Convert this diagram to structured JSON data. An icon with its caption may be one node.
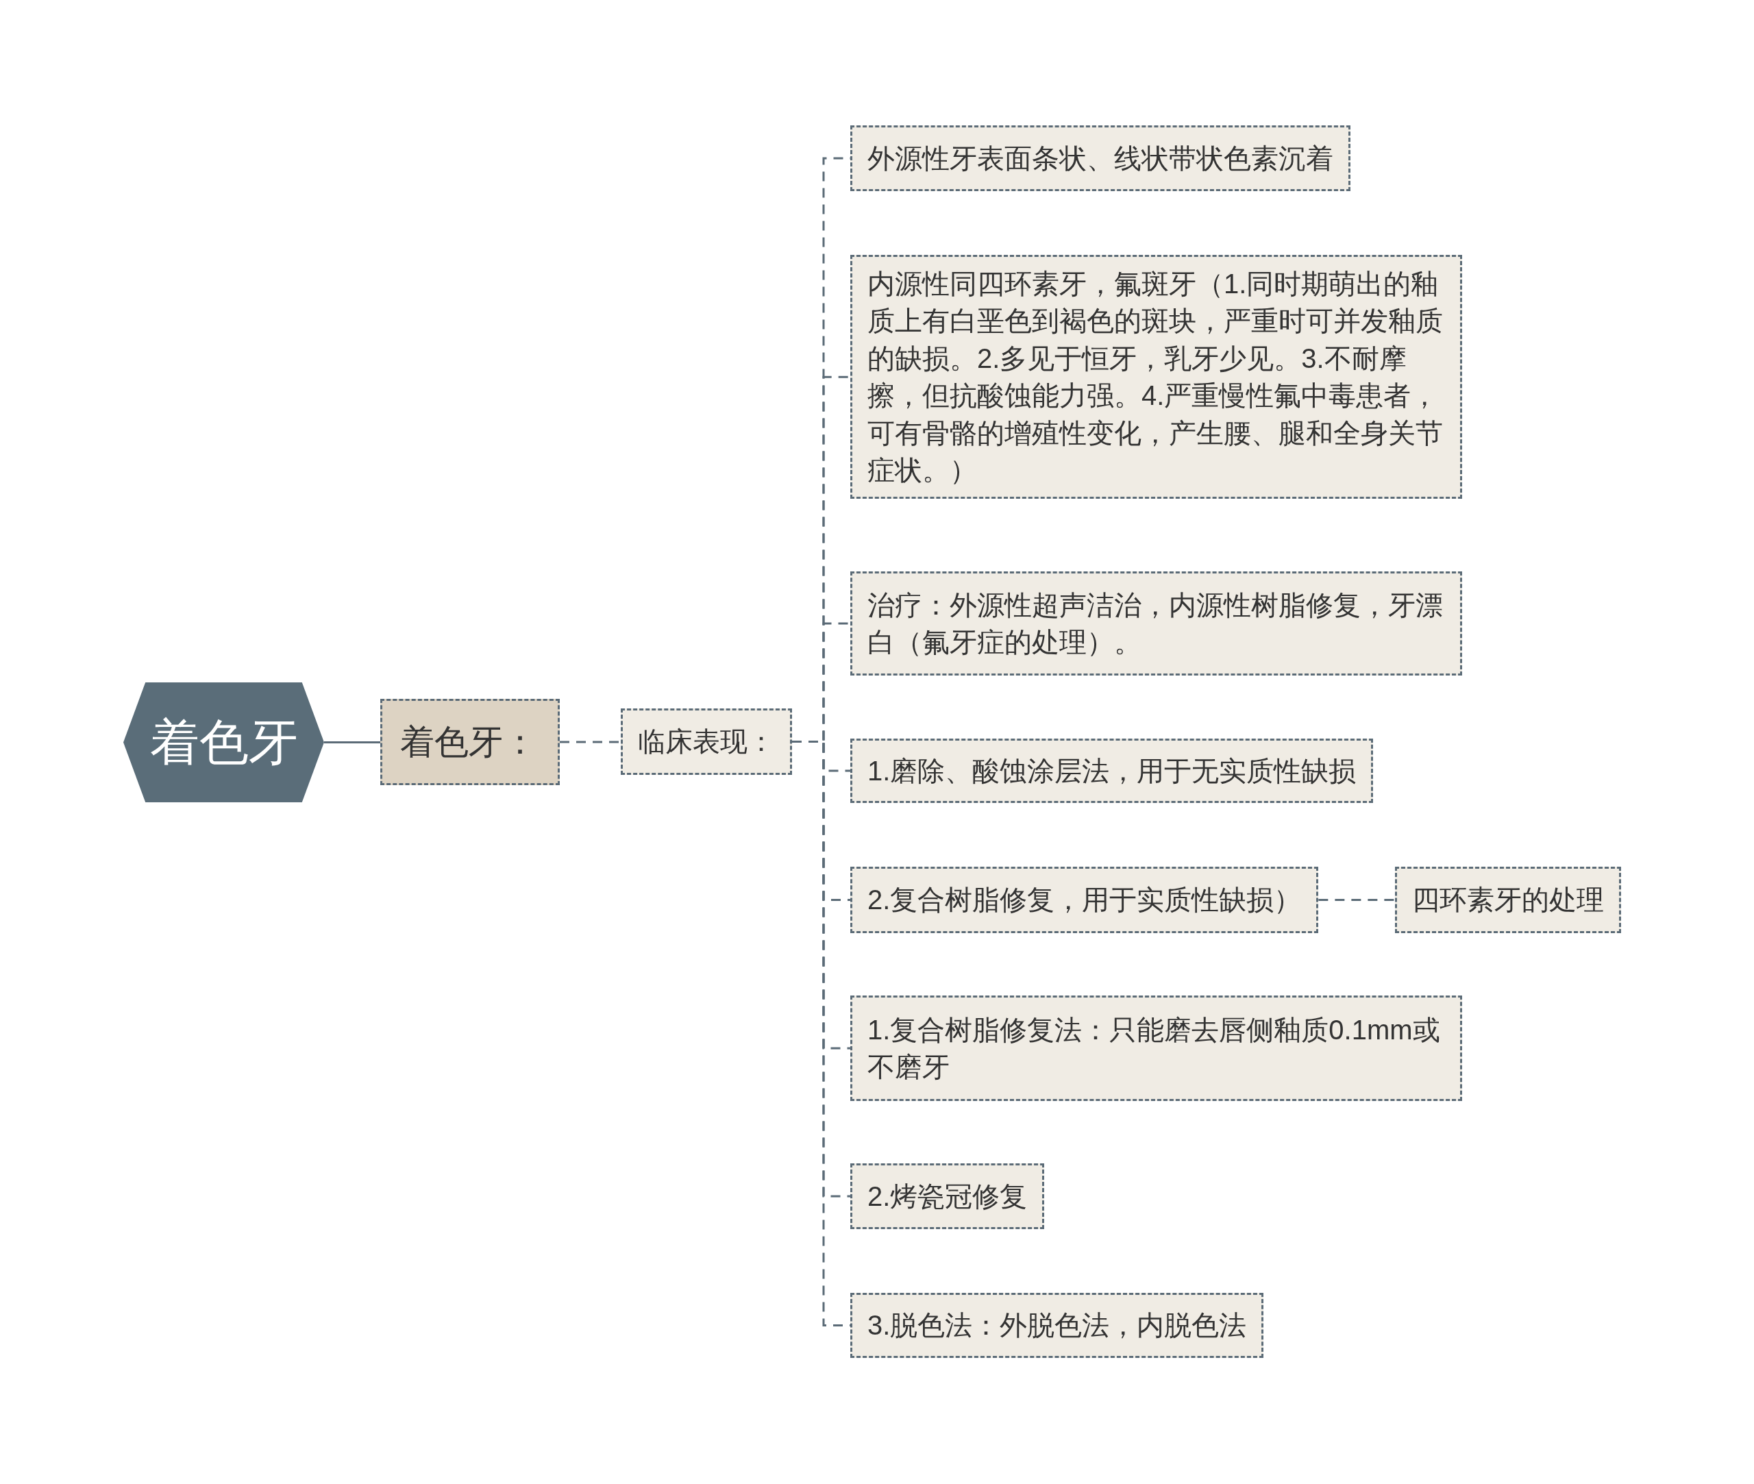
{
  "diagram": {
    "nodes": [
      {
        "text": [
          "着色牙"
        ]
      },
      {
        "text": [
          "着色牙："
        ]
      },
      {
        "text": [
          "临床表现："
        ]
      },
      {
        "text": [
          "外源性牙表面条状、线状带状色素沉着"
        ]
      },
      {
        "text": [
          "内源性同四环素牙，氟斑牙（1.同时期萌出的釉质上有白垩色到褐色的斑块，严重时可并发釉质的缺损。2.多见于恒牙，乳牙少见。3.不耐摩擦，但抗酸蚀能力强。4.严重慢性氟中毒患者，可有骨骼的增殖性变化，产生腰、腿和全身关节症状。）"
        ]
      },
      {
        "text": [
          "治疗：外源性超声洁治，内源性树脂修复，牙漂白（氟牙症的处理）。"
        ]
      },
      {
        "text": [
          "1.磨除、酸蚀涂层法，用于无实质性缺损"
        ]
      },
      {
        "text": [
          "2.复合树脂修复，用于实质性缺损）"
        ]
      },
      {
        "text": [
          "四环素牙的处理"
        ]
      },
      {
        "text": [
          "1.复合树脂修复法：只能磨去唇侧釉质0.1mm或不磨牙"
        ]
      },
      {
        "text": [
          "2.烤瓷冠修复"
        ]
      },
      {
        "text": [
          "3.脱色法：外脱色法，内脱色法"
        ]
      }
    ],
    "edges": [
      {
        "from": 0,
        "to": 1,
        "arrow": "none"
      },
      {
        "from": 1,
        "to": 2,
        "arrow": "none",
        "style": "dashed"
      },
      {
        "from": 2,
        "to": 3,
        "arrow": "none",
        "style": "dashed"
      },
      {
        "from": 2,
        "to": 4,
        "arrow": "none",
        "style": "dashed"
      },
      {
        "from": 2,
        "to": 5,
        "arrow": "none",
        "style": "dashed"
      },
      {
        "from": 2,
        "to": 6,
        "arrow": "none",
        "style": "dashed"
      },
      {
        "from": 2,
        "to": 7,
        "arrow": "none",
        "style": "dashed"
      },
      {
        "from": 7,
        "to": 8,
        "arrow": "none",
        "style": "dashed"
      },
      {
        "from": 2,
        "to": 9,
        "arrow": "none",
        "style": "dashed"
      },
      {
        "from": 2,
        "to": 10,
        "arrow": "none",
        "style": "dashed"
      },
      {
        "from": 2,
        "to": 11,
        "arrow": "none",
        "style": "dashed"
      }
    ]
  }
}
